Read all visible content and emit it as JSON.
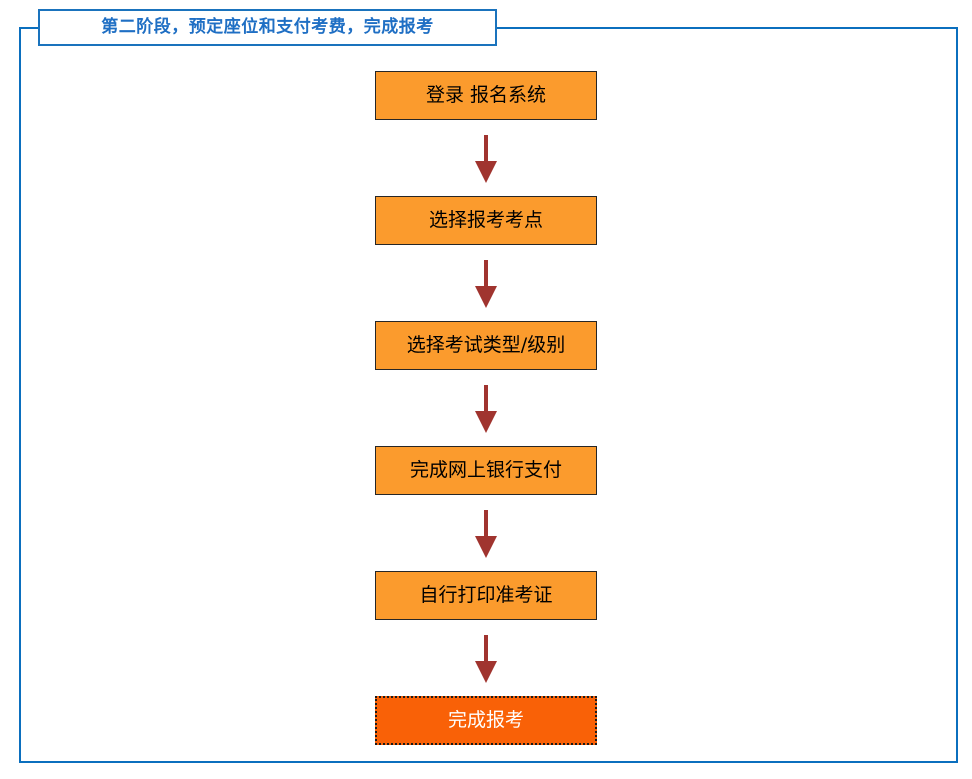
{
  "diagram": {
    "title": "第二阶段，预定座位和支付考费，完成报考",
    "colors": {
      "frame_border": "#0b6fbe",
      "title_border": "#1a73bd",
      "title_text": "#1f6fc4",
      "node_fill": "#fb9b2d",
      "node_border": "#262626",
      "node_text": "#000000",
      "final_node_fill": "#f96107",
      "final_node_text": "#ffffff",
      "arrow": "#a0342f"
    },
    "nodes": [
      {
        "label": "登录 报名系统",
        "final": false
      },
      {
        "label": "选择报考考点",
        "final": false
      },
      {
        "label": "选择考试类型/级别",
        "final": false
      },
      {
        "label": "完成网上银行支付",
        "final": false
      },
      {
        "label": "自行打印准考证",
        "final": false
      },
      {
        "label": "完成报考",
        "final": true
      }
    ],
    "connectors": [
      {
        "name": "arrow-1"
      },
      {
        "name": "arrow-2"
      },
      {
        "name": "arrow-3"
      },
      {
        "name": "arrow-4"
      },
      {
        "name": "arrow-5"
      }
    ]
  }
}
